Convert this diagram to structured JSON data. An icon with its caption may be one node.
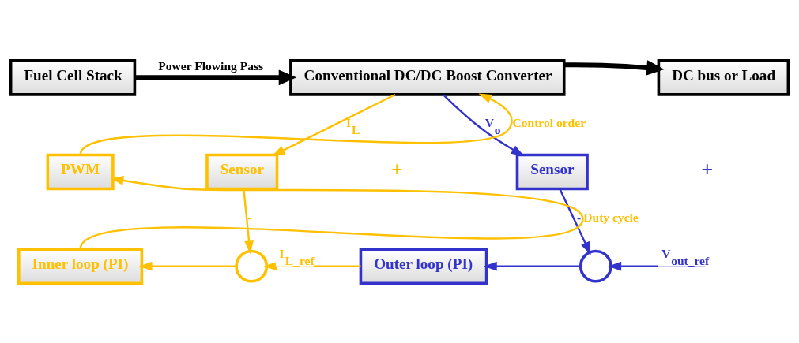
{
  "diagram": {
    "nodes": [
      {
        "text": [
          "Fuel Cell Stack"
        ]
      },
      {
        "text": [
          "Conventional DC/DC Boost Converter"
        ]
      },
      {
        "text": [
          "DC bus or Load"
        ]
      },
      {
        "text": [
          "PWM"
        ]
      },
      {
        "text": [
          "Sensor"
        ]
      },
      {
        "text": [
          "Sensor"
        ]
      },
      {
        "text": [
          "Inner loop (PI)"
        ]
      },
      {
        "text": [],
        "shape": "circle"
      },
      {
        "text": [
          "Outer loop (PI)"
        ]
      },
      {
        "text": [],
        "shape": "circle"
      }
    ],
    "edges": [
      {
        "from": 0,
        "to": 1,
        "arrow": "to",
        "label": "Power Flowing Pass",
        "style": "thick",
        "color": "#000000"
      },
      {
        "from": 1,
        "to": 2,
        "arrow": "to",
        "style": "thick",
        "color": "#000000"
      },
      {
        "from": 3,
        "to": 1,
        "arrow": "to",
        "label": "Control order",
        "color": "#ffc000"
      },
      {
        "from": 1,
        "to": 4,
        "arrow": "to",
        "label": "I$_{L}$",
        "color": "#ffc000"
      },
      {
        "from": 1,
        "to": 5,
        "arrow": "to",
        "label": "V$_{o}$",
        "color": "#3333cc"
      },
      {
        "from": 4,
        "to": 7,
        "arrow": "to",
        "label": "-",
        "color": "#ffc000"
      },
      {
        "from": 5,
        "to": 9,
        "arrow": "to",
        "label": "-",
        "color": "#3333cc"
      },
      {
        "from": null,
        "to": 9,
        "arrow": "to",
        "label": "V$_{out_ref}$",
        "color": "#3333cc"
      },
      {
        "from": 9,
        "to": 8,
        "arrow": "to",
        "color": "#3333cc"
      },
      {
        "from": 8,
        "to": 7,
        "arrow": "to",
        "label": "I$_{L_ref}$",
        "color": "#ffc000"
      },
      {
        "from": 7,
        "to": 6,
        "arrow": "to",
        "color": "#ffc000"
      },
      {
        "from": 6,
        "to": 3,
        "arrow": "to",
        "label": "Duty cycle",
        "color": "#ffc000"
      }
    ],
    "labels": [
      "+",
      "+"
    ]
  }
}
